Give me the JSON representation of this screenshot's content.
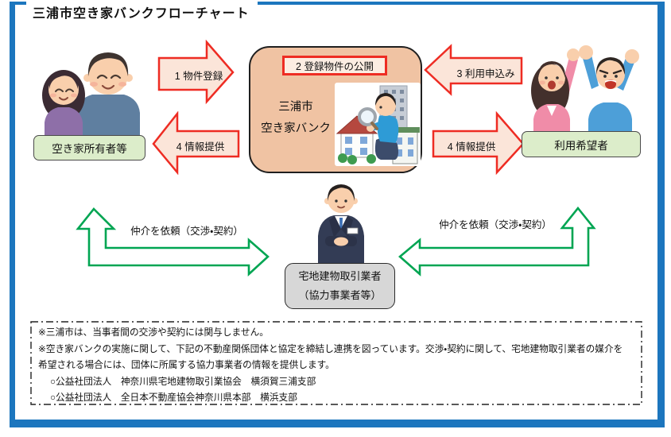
{
  "title": "三浦市空き家バンクフローチャート",
  "actors": {
    "owner": {
      "label": "空き家所有者等",
      "illustration": "elderly-couple"
    },
    "seeker": {
      "label": "利用希望者",
      "illustration": "cheering-couple"
    },
    "agent": {
      "label_line1": "宅地建物取引業者",
      "label_line2": "（協力事業者等）",
      "illustration": "bowing-businessman"
    }
  },
  "center_box": {
    "badge": "2 登録物件の公開",
    "name_line1": "三浦市",
    "name_line2": "空き家バンク",
    "illustration": "man-inspecting-houses"
  },
  "arrows": {
    "register": "1 物件登録",
    "apply": "3 利用申込み",
    "info_to_owner": "4 情報提供",
    "info_to_seeker": "4 情報提供",
    "mediate_left": "仲介を依頼（交渉・契約）",
    "mediate_right": "仲介を依頼（交渉・契約）"
  },
  "notes": {
    "lines": [
      "※三浦市は、当事者間の交渉や契約には関与しません。",
      "※空き家バンクの実施に関して、下記の不動産関係団体と協定を締結し連携を図っています。交渉・契約に関して、宅地建物取引業者の媒介を",
      "希望される場合には、団体に所属する協力事業者の情報を提供します。",
      "○公益社団法人　神奈川県宅地建物取引業協会　横須賀三浦支部",
      "○公益社団法人　全日本不動産協会神奈川県本部　横浜支部"
    ]
  },
  "colors": {
    "frame_blue": "#1C76BE",
    "center_box_fill": "#F0C3A3",
    "red_arrow_border": "#EE2C23",
    "red_arrow_fill": "#FBE5D9",
    "green_label_fill": "#DCEDCA",
    "gray_label_fill": "#D7D7D7",
    "green_arrow": "#00A552"
  }
}
